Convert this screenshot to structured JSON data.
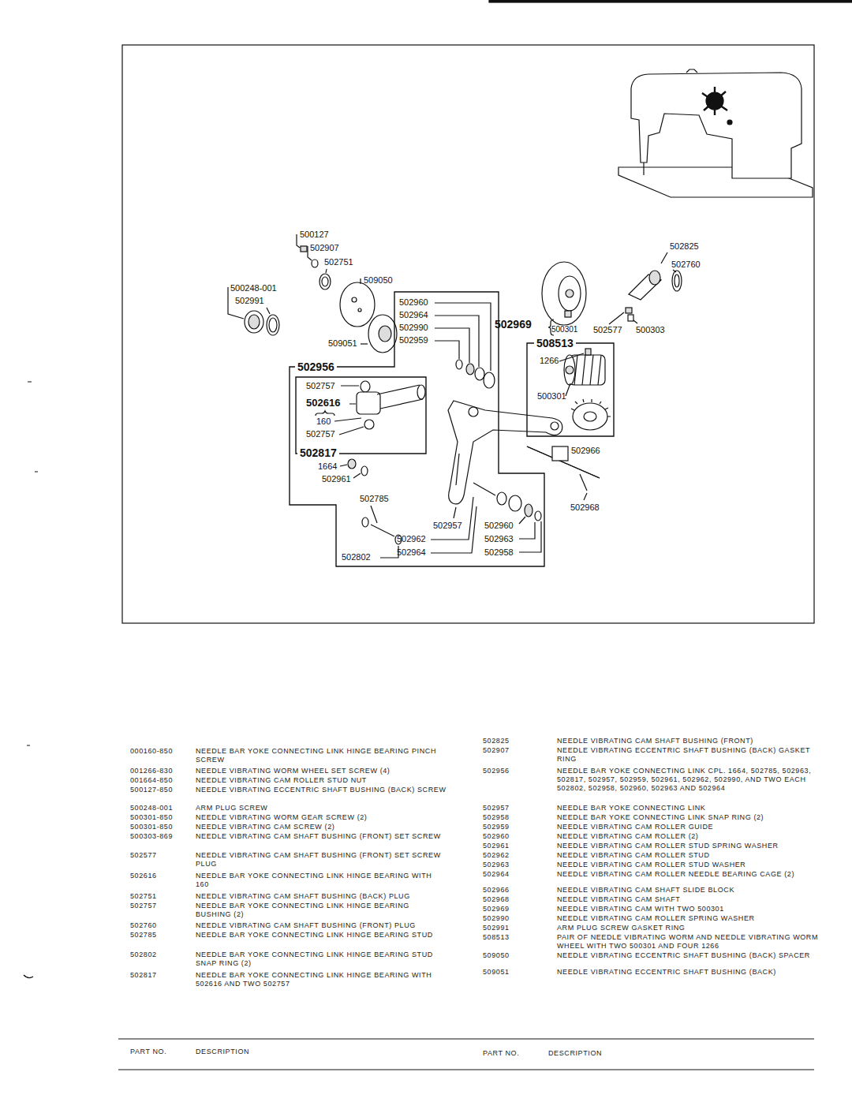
{
  "diagram": {
    "nodes": [
      {
        "text": [
          "502956",
          "502960",
          "502964",
          "502990",
          "502959",
          "1664",
          "502961",
          "502785",
          "502957",
          "502962",
          "502964",
          "502802",
          "502960",
          "502963",
          "502958"
        ]
      },
      {
        "text": [
          "502817",
          "502757",
          "502616",
          "160",
          "502757"
        ],
        "in": 0
      },
      {
        "text": [
          "508513",
          "1266",
          "500301"
        ]
      }
    ],
    "labels": [
      "500127",
      "502907",
      "502751",
      "509050",
      "500248-001",
      "502991",
      "509051",
      "502825",
      "502760",
      "502969",
      "500301",
      "502577",
      "500303",
      "502966",
      "502968",
      "000160-850",
      "NEEDLE BAR YOKE CONNECTING LINK HINGE BEARING PINCH SCREW",
      "001266-830",
      "NEEDLE VIBRATING WORM WHEEL SET SCREW (4)",
      "001664-850",
      "NEEDLE VIBRATING CAM ROLLER STUD NUT",
      "500127-850",
      "NEEDLE VIBRATING ECCENTRIC SHAFT BUSHING (BACK) SCREW",
      "500248-001",
      "ARM PLUG SCREW",
      "500301-850",
      "NEEDLE VIBRATING WORM GEAR SCREW (2)",
      "500301-850",
      "NEEDLE VIBRATING CAM SCREW (2)",
      "500303-869",
      "NEEDLE VIBRATING CAM SHAFT BUSHING (FRONT) SET SCREW",
      "502577",
      "NEEDLE VIBRATING CAM SHAFT BUSHING (FRONT) SET SCREW PLUG",
      "502616",
      "NEEDLE BAR YOKE CONNECTING LINK HINGE BEARING WITH 160",
      "502751",
      "NEEDLE VIBRATING CAM SHAFT BUSHING (BACK) PLUG",
      "502757",
      "NEEDLE BAR YOKE CONNECTING LINK HINGE BEARING BUSHING (2)",
      "502760",
      "NEEDLE VIBRATING CAM SHAFT BUSHING (FRONT) PLUG",
      "502785",
      "NEEDLE BAR YOKE CONNECTING LINK HINGE BEARING STUD",
      "502802",
      "NEEDLE BAR YOKE CONNECTING LINK HINGE BEARING STUD SNAP RING (2)",
      "502817",
      "NEEDLE BAR YOKE CONNECTING LINK HINGE BEARING WITH 502616 AND TWO 502757",
      "502825",
      "NEEDLE VIBRATING CAM SHAFT BUSHING (FRONT)",
      "502907",
      "NEEDLE VIBRATING ECCENTRIC SHAFT BUSHING (BACK) GASKET RING",
      "502956",
      "NEEDLE BAR YOKE CONNECTING LINK CPL. 1664, 502785, 502963, 502817, 502957, 502959, 502961, 502962, 502990, AND TWO EACH 502802, 502958, 502960, 502963 AND 502964",
      "502957",
      "NEEDLE BAR YOKE CONNECTING LINK",
      "502958",
      "NEEDLE BAR YOKE CONNECTING LINK SNAP RING (2)",
      "502959",
      "NEEDLE VIBRATING CAM ROLLER GUIDE",
      "502960",
      "NEEDLE VIBRATING CAM ROLLER (2)",
      "502961",
      "NEEDLE VIBRATING CAM ROLLER STUD SPRING WASHER",
      "502962",
      "NEEDLE VIBRATING CAM ROLLER STUD",
      "502963",
      "NEEDLE VIBRATING CAM ROLLER STUD WASHER",
      "502964",
      "NEEDLE VIBRATING CAM ROLLER NEEDLE BEARING CAGE (2)",
      "502966",
      "NEEDLE VIBRATING CAM SHAFT SLIDE BLOCK",
      "502968",
      "NEEDLE VIBRATING CAM SHAFT",
      "502969",
      "NEEDLE VIBRATING CAM WITH TWO 500301",
      "502990",
      "NEEDLE VIBRATING CAM ROLLER SPRING WASHER",
      "502991",
      "ARM PLUG SCREW GASKET RING",
      "508513",
      "PAIR OF NEEDLE VIBRATING WORM AND NEEDLE VIBRATING WORM WHEEL WITH TWO 500301 AND FOUR 1266",
      "509050",
      "NEEDLE VIBRATING ECCENTRIC SHAFT BUSHING (BACK) SPACER",
      "509051",
      "NEEDLE VIBRATING ECCENTRIC SHAFT BUSHING (BACK)",
      "PART NO.",
      "DESCRIPTION",
      "PART NO.",
      "DESCRIPTION"
    ]
  }
}
